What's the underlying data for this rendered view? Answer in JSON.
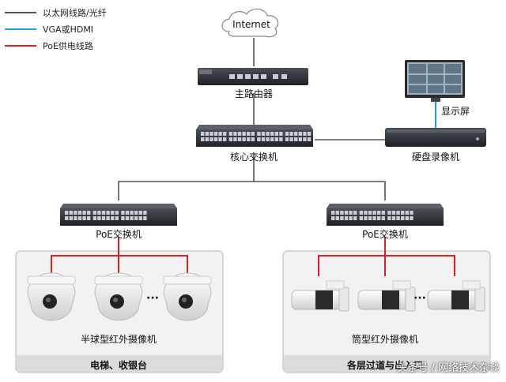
{
  "legend": [
    {
      "text": "以太网线路/光纤",
      "color": "#555555"
    },
    {
      "text": "VGA或HDMI",
      "color": "#1aa3d9"
    },
    {
      "text": "PoE供电线路",
      "color": "#e02020"
    }
  ],
  "colors": {
    "ethernet": "#555555",
    "vga": "#1aa3d9",
    "poe": "#e02020",
    "zone_bg": "#f2f2f2",
    "zone_bar": "#dcdcdc"
  },
  "nodes": {
    "internet": "Internet",
    "router": "主路由器",
    "core_switch": "核心交换机",
    "monitor": "显示屏",
    "nvr": "硬盘录像机",
    "poe_switch_left": "PoE交换机",
    "poe_switch_right": "PoE交换机",
    "dome_cameras": "半球型红外摄像机",
    "bullet_cameras": "筒型红外摄像机",
    "ellipsis_left": "···",
    "ellipsis_right": "···"
  },
  "zones": {
    "left": "电梯、收银台",
    "right": "各层过道与出入口"
  },
  "watermark": "头条号 / 网络技术杂谈"
}
